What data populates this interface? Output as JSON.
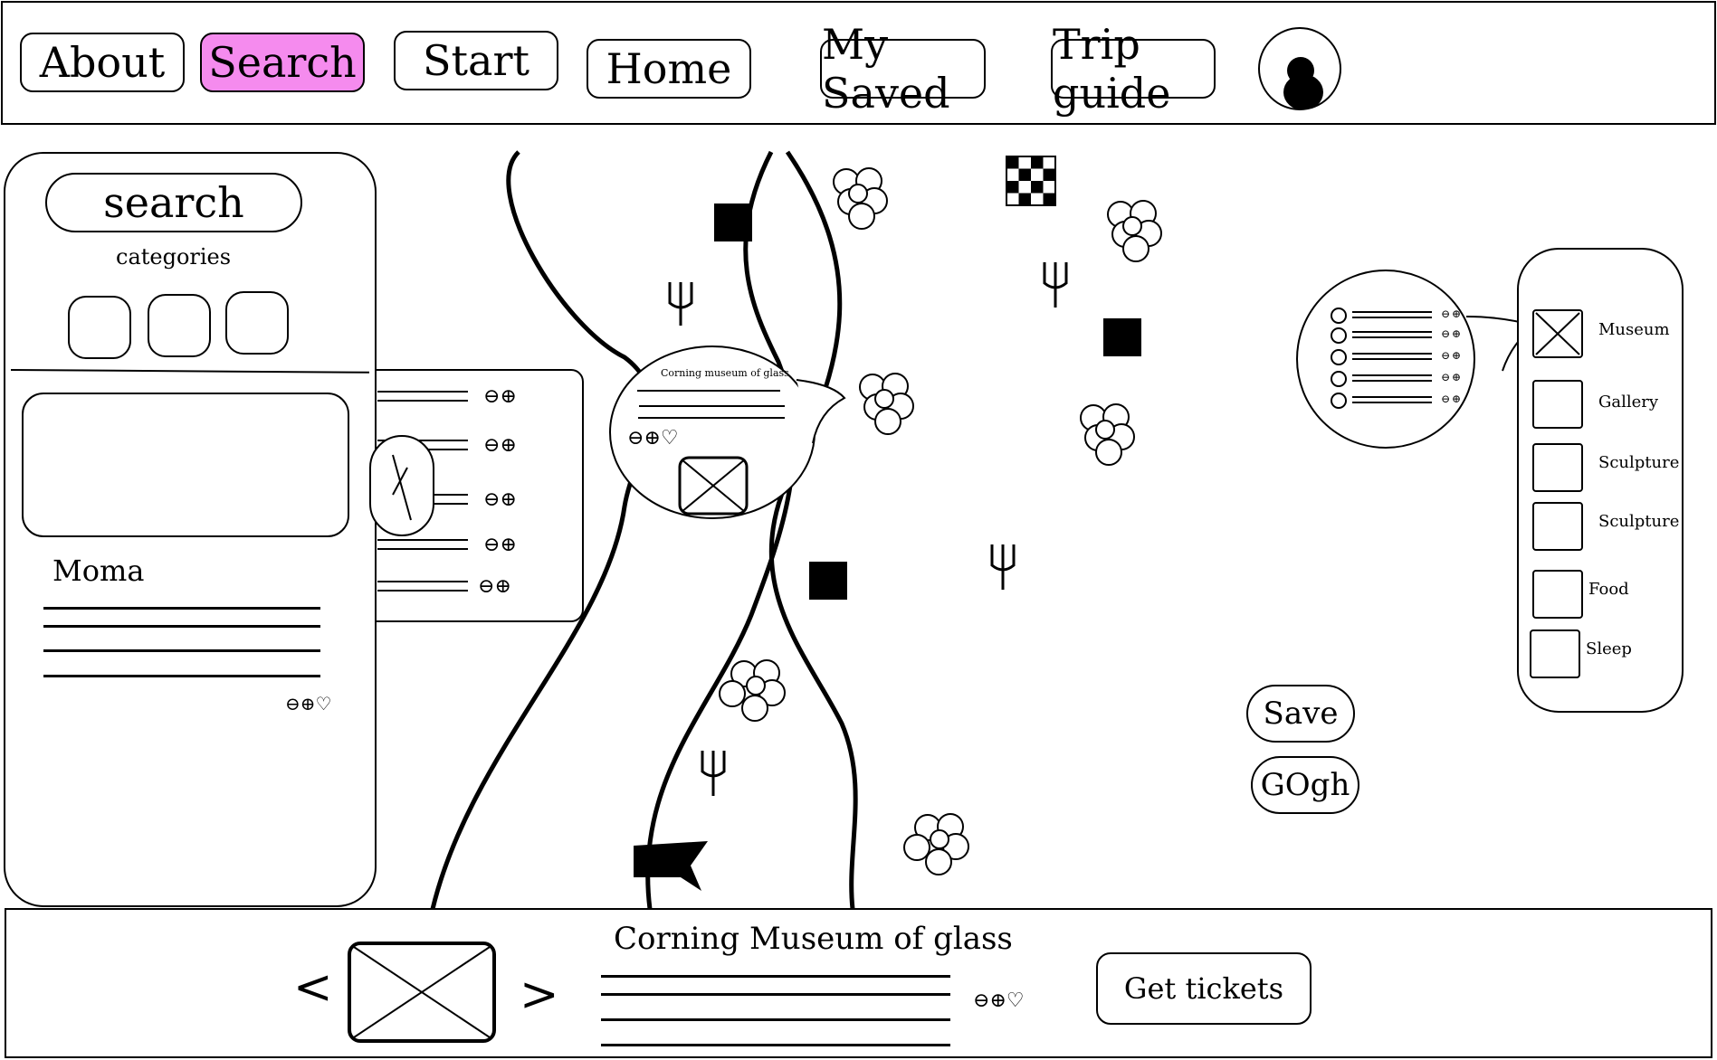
{
  "nav": {
    "items": [
      {
        "label": "About"
      },
      {
        "label": "Search"
      },
      {
        "label": "Start"
      },
      {
        "label": "Home"
      },
      {
        "label": "My Saved"
      },
      {
        "label": "Trip guide"
      }
    ],
    "active": "Search"
  },
  "search_panel": {
    "search_label": "search",
    "categories_label": "categories",
    "result_title": "Moma"
  },
  "popup": {
    "title": "Corning museum of glass"
  },
  "filters": [
    {
      "label": "Museum",
      "checked": true
    },
    {
      "label": "Gallery",
      "checked": false
    },
    {
      "label": "Sculpture",
      "checked": false
    },
    {
      "label": "Sculpture",
      "checked": false
    },
    {
      "label": "Food",
      "checked": false
    },
    {
      "label": "Sleep",
      "checked": false
    }
  ],
  "map_buttons": {
    "save": "Save",
    "go": "GOgh"
  },
  "bottom": {
    "title": "Corning Museum of glass",
    "prev": "<",
    "next": ">",
    "tickets": "Get tickets"
  },
  "icons": {
    "zoom_out": "⊖",
    "zoom_in": "⊕",
    "favorite": "♡"
  },
  "colors": {
    "active_tab": "#f58bee"
  }
}
